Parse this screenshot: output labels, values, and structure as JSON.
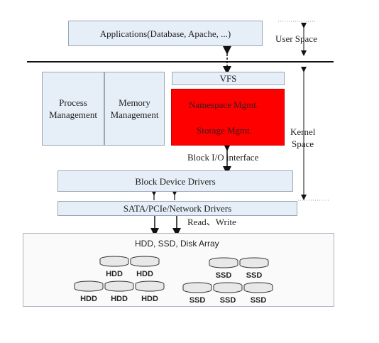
{
  "applications": "Applications(Database, Apache, ...)",
  "user_space": "User Space",
  "kernel_space": [
    "Kernel",
    "Space"
  ],
  "process_mgmt": [
    "Process",
    "Management"
  ],
  "memory_mgmt": [
    "Memory",
    "Management"
  ],
  "vfs": "VFS",
  "namespace_mgmt": "Namespace Mgmt.",
  "storage_mgmt": "Storage Mgmt.",
  "block_io_interface": "Block I/O interface",
  "block_device_drivers": "Block Device Drivers",
  "sata_drivers": "SATA/PCIe/Network Drivers",
  "read_write": "Read、Write",
  "storage_title": "HDD, SSD, Disk Array",
  "disk_labels": {
    "hdd": "HDD",
    "ssd": "SSD"
  },
  "colors": {
    "box_fill": "#e6eef8",
    "highlight": "#ff0000"
  }
}
